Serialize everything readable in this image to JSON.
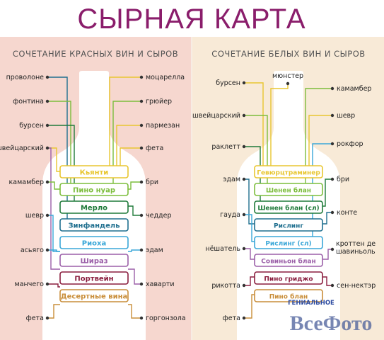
{
  "title": "СЫРНАЯ КАРТА",
  "red": {
    "heading": "СОЧЕТАНИЕ КРАСНЫХ ВИН И СЫРОВ",
    "wines": [
      {
        "label": "Кьянти",
        "color": "#e8c630"
      },
      {
        "label": "Пино нуар",
        "color": "#7cbd3c"
      },
      {
        "label": "Мерло",
        "color": "#1f7a3a"
      },
      {
        "label": "Зинфандель",
        "color": "#1f6f8f"
      },
      {
        "label": "Риоха",
        "color": "#3aa7d8"
      },
      {
        "label": "Шираз",
        "color": "#9b5fa8"
      },
      {
        "label": "Портвейн",
        "color": "#8a1d3e"
      },
      {
        "label": "Десертные вина",
        "color": "#c98e3a"
      }
    ],
    "cheeses_left": [
      "проволоне",
      "фонтина",
      "бурсен",
      "швейцарский",
      "камамбер",
      "шевр",
      "асьяго",
      "манчего",
      "фета"
    ],
    "cheeses_right": [
      "моцарелла",
      "грюйер",
      "пармезан",
      "фета",
      "бри",
      "чеддер",
      "эдам",
      "хаварти",
      "горгонзола"
    ]
  },
  "white": {
    "heading": "СОЧЕТАНИЕ БЕЛЫХ ВИН И СЫРОВ",
    "wines": [
      {
        "label": "Гевюрцтраминер",
        "color": "#e8c630"
      },
      {
        "label": "Шенен блан",
        "color": "#7cbd3c"
      },
      {
        "label": "Шенен блан (сл)",
        "color": "#1f7a3a"
      },
      {
        "label": "Рислинг",
        "color": "#1f6f8f"
      },
      {
        "label": "Рислинг (сл)",
        "color": "#3aa7d8"
      },
      {
        "label": "Совиньон блан",
        "color": "#9b5fa8"
      },
      {
        "label": "Пино гриджо",
        "color": "#8a1d3e"
      },
      {
        "label": "Пино блан",
        "color": "#c98e3a"
      }
    ],
    "cheeses_left": [
      "бурсен",
      "швейцарский",
      "раклетт",
      "эдам",
      "гауда",
      "нёшатель",
      "рикотта",
      "фета"
    ],
    "cheeses_top": "мюнстер",
    "cheeses_right": [
      "камамбер",
      "шевр",
      "рокфор",
      "бри",
      "конте",
      "кроттен де шавиньоль",
      "сен-нектэр"
    ]
  },
  "watermark": {
    "line1": "ГЕНИАЛЬНОЕ",
    "line2": "ВсеФото"
  },
  "colors": {
    "title": "#8a1d6b",
    "panel_red": "#f6d7cf",
    "panel_white": "#f8ead7",
    "bottle": "#ffffff"
  }
}
